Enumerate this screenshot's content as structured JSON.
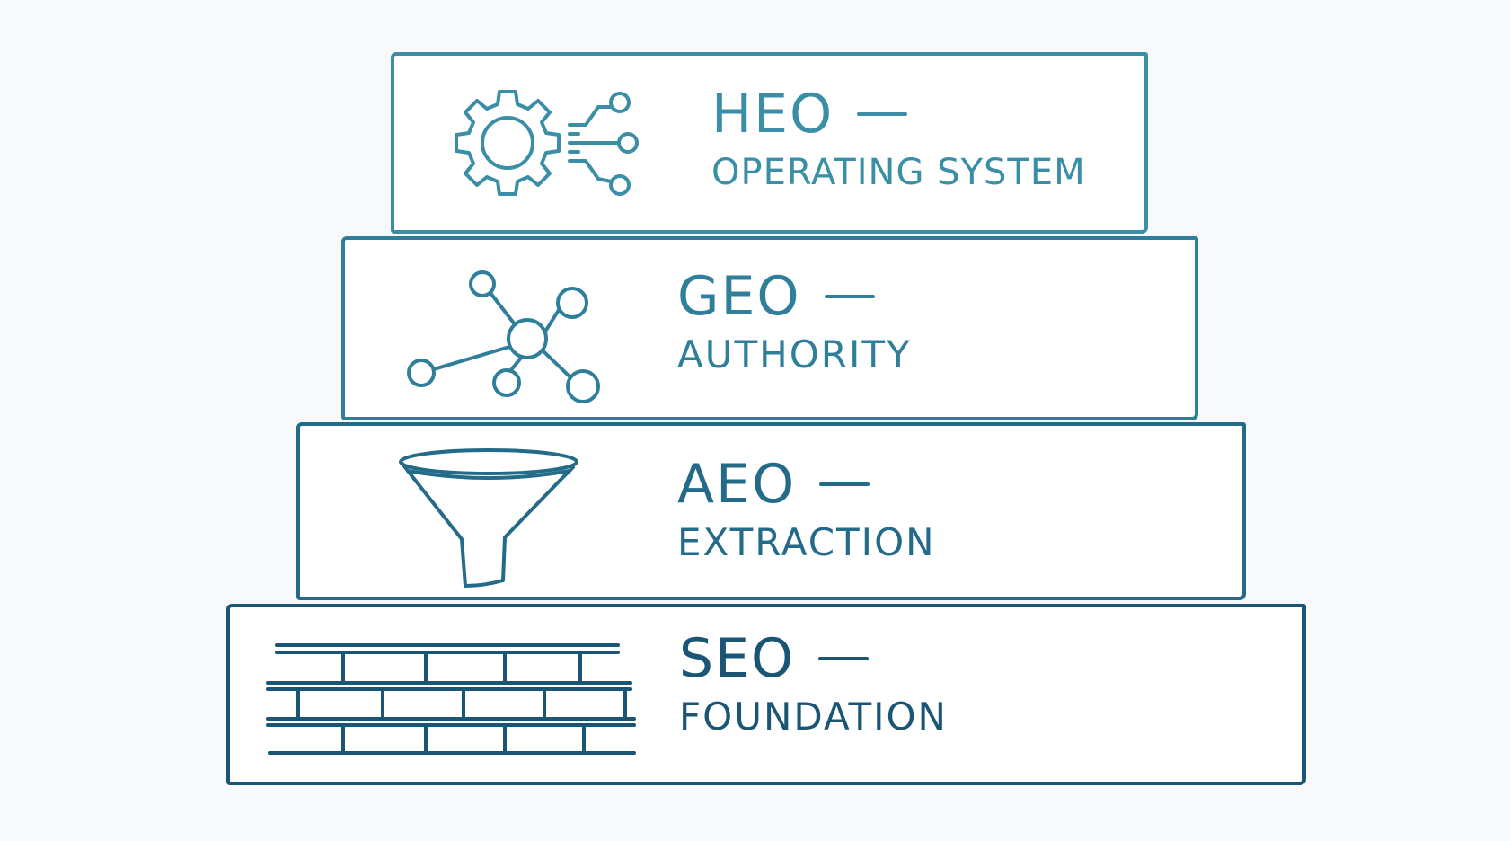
{
  "colors": {
    "heo": "#3a8ea6",
    "geo": "#2f7f9a",
    "aeo": "#236b88",
    "seo": "#1a5575",
    "background": "#f7f9fb"
  },
  "layers": [
    {
      "acronym": "HEO",
      "dash": "—",
      "subtitle": "OPERATING SYSTEM",
      "icon": "gear-circuit-icon"
    },
    {
      "acronym": "GEO",
      "dash": "—",
      "subtitle": "AUTHORITY",
      "icon": "network-nodes-icon"
    },
    {
      "acronym": "AEO",
      "dash": "—",
      "subtitle": "EXTRACTION",
      "icon": "funnel-icon"
    },
    {
      "acronym": "SEO",
      "dash": "—",
      "subtitle": "FOUNDATION",
      "icon": "brick-wall-icon"
    }
  ]
}
